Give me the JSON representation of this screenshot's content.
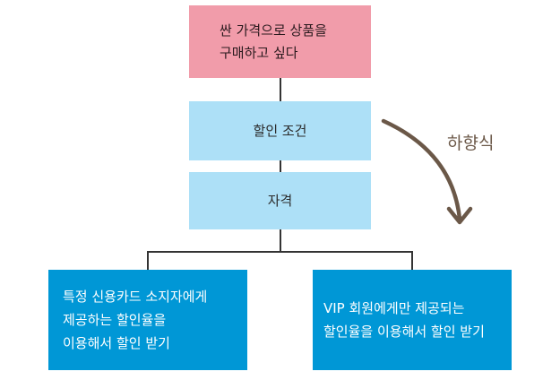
{
  "diagram": {
    "goal": {
      "line1": "싼 가격으로 상품을",
      "line2": "구매하고 싶다"
    },
    "condition": {
      "label": "할인 조건"
    },
    "qualification": {
      "label": "자격"
    },
    "leaves": {
      "left": {
        "line1": "특정 신용카드 소지자에게",
        "line2": "제공하는 할인율을",
        "line3": "이용해서 할인 받기"
      },
      "right": {
        "line1": "VIP 회원에게만 제공되는",
        "line2": "할인율을 이용해서 할인 받기"
      }
    },
    "approach": {
      "label": "하향식"
    },
    "colors": {
      "goal_fill": "#f19caa",
      "middle_fill": "#ade0f7",
      "leaf_fill": "#0097d6",
      "connector": "#333333",
      "arrow": "#6b5848"
    }
  }
}
